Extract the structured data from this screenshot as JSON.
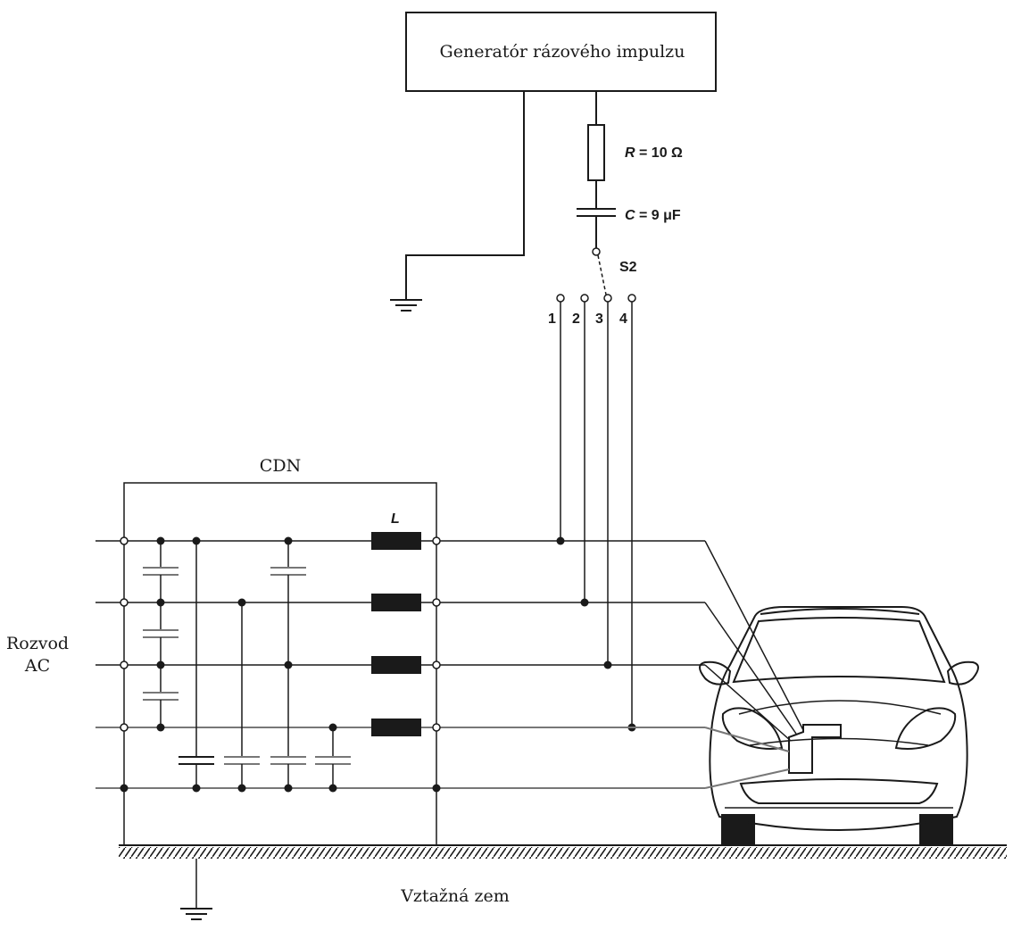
{
  "generator": {
    "label": "Generatór rázového impulzu"
  },
  "resistor": {
    "var": "R",
    "rest": " = 10 Ω"
  },
  "capacitor": {
    "var": "C",
    "rest": " = 9 μF"
  },
  "switch": {
    "label": "S2"
  },
  "taps": [
    "1",
    "2",
    "3",
    "4"
  ],
  "cdn": {
    "label": "CDN",
    "inductor_label": "L"
  },
  "supply": {
    "line1": "Rozvod",
    "line2": "AC"
  },
  "ground": {
    "label": "Vztažná zem"
  }
}
